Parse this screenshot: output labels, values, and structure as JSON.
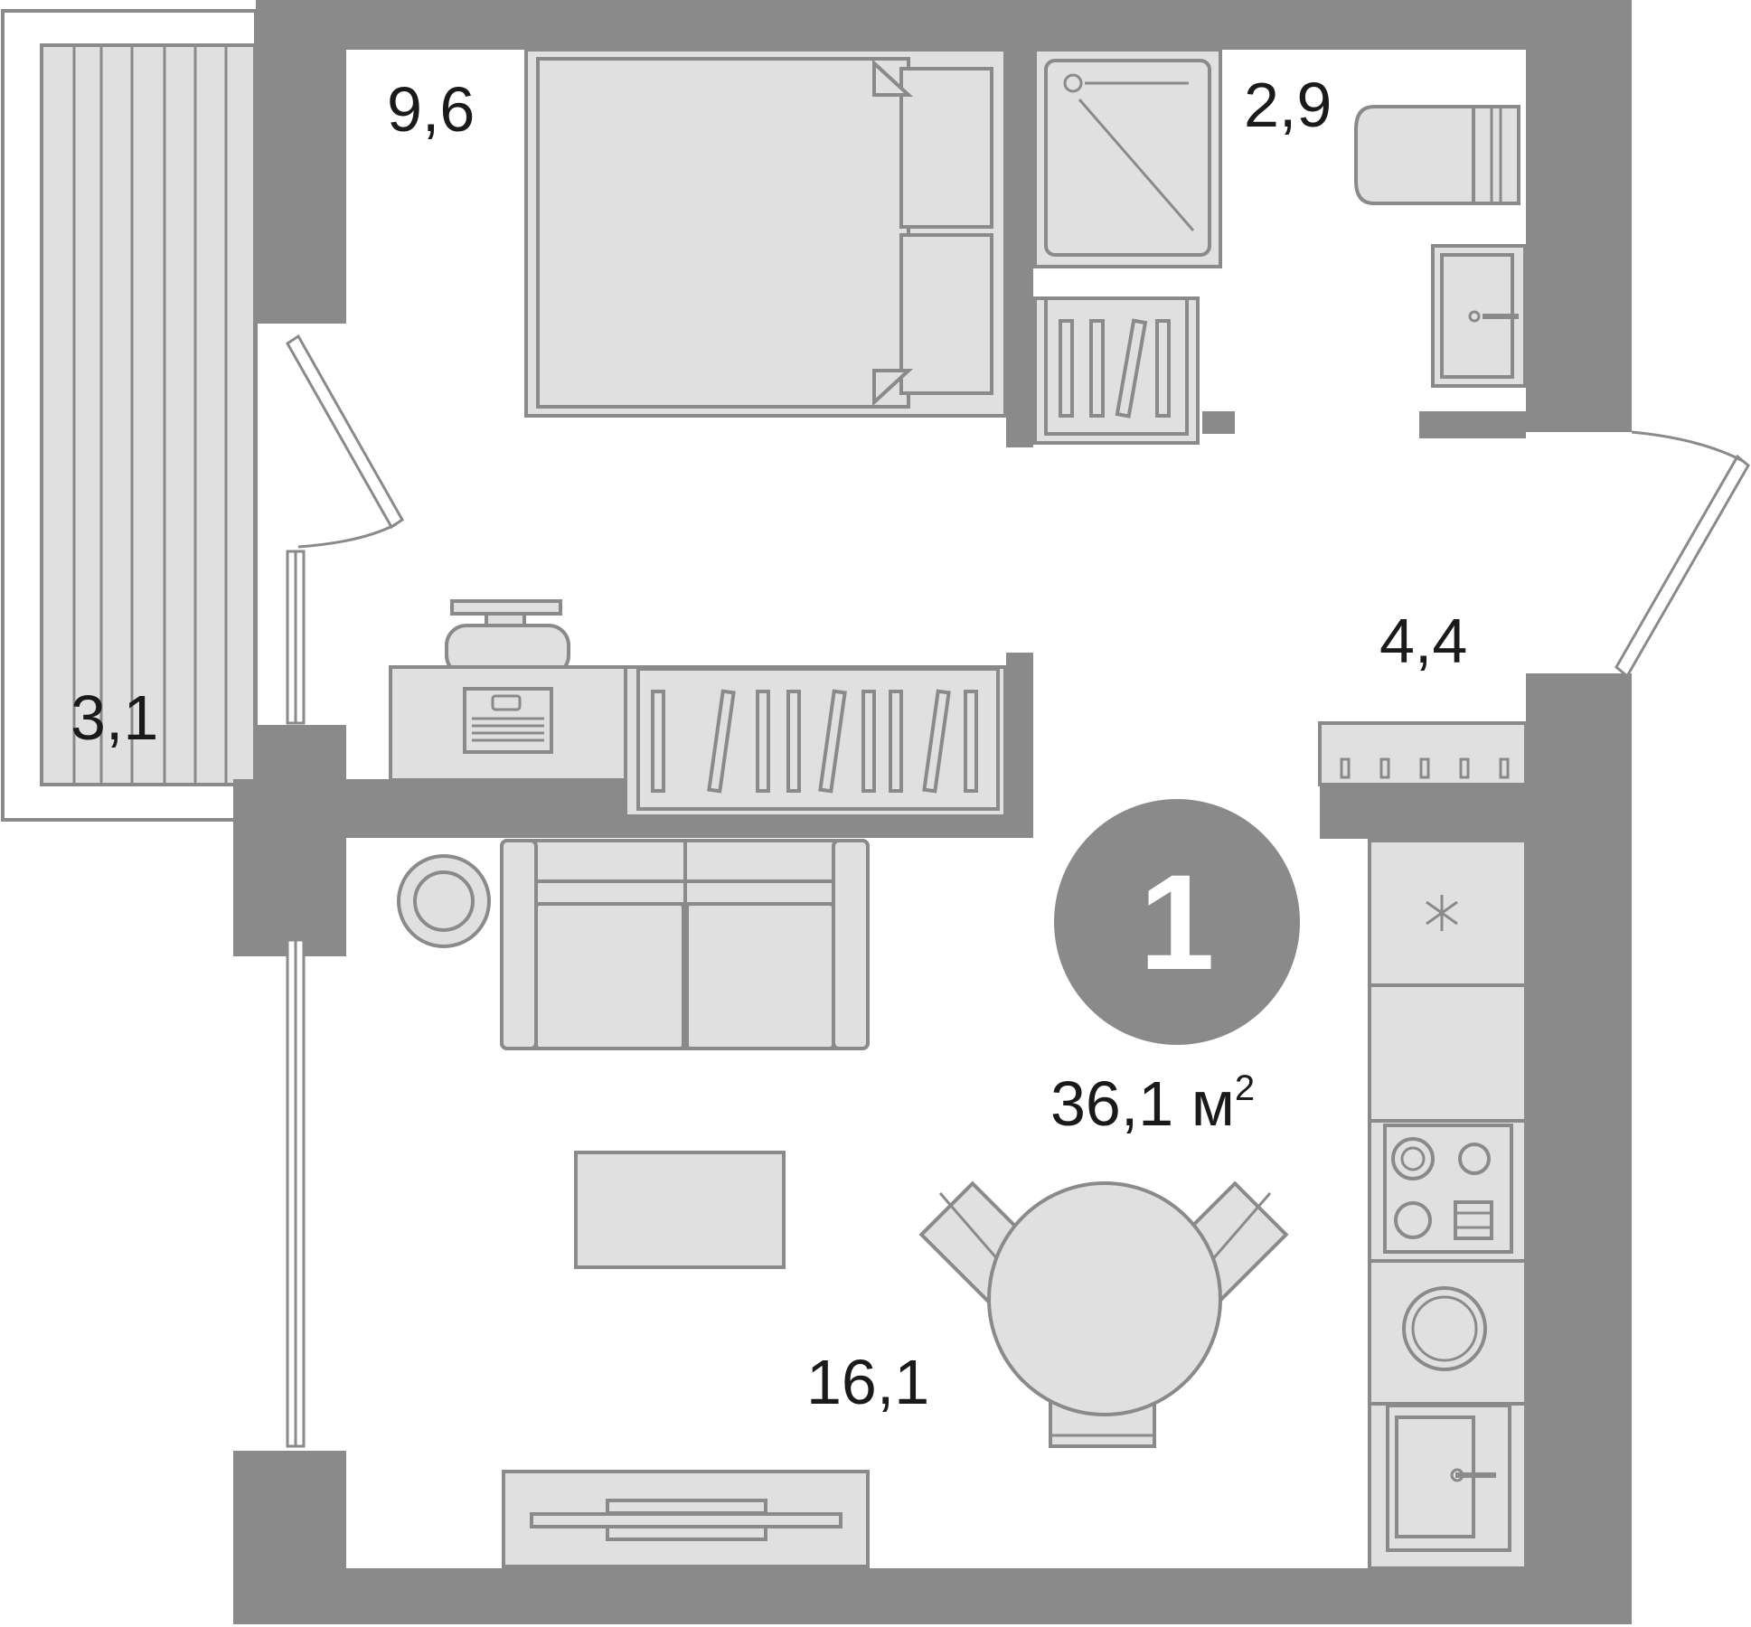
{
  "plan": {
    "rooms_count": "1",
    "total_area_value": "36,1 м",
    "total_area_sup": "2",
    "rooms": {
      "bedroom": "9,6",
      "bathroom": "2,9",
      "hallway": "4,4",
      "balcony": "3,1",
      "living": "16,1"
    }
  },
  "colors": {
    "wall": "#8a8a8a",
    "furniture_fill": "#e0e0e0",
    "text": "#1a1a1a",
    "badge": "#8a8a8a",
    "badge_text": "#ffffff"
  }
}
